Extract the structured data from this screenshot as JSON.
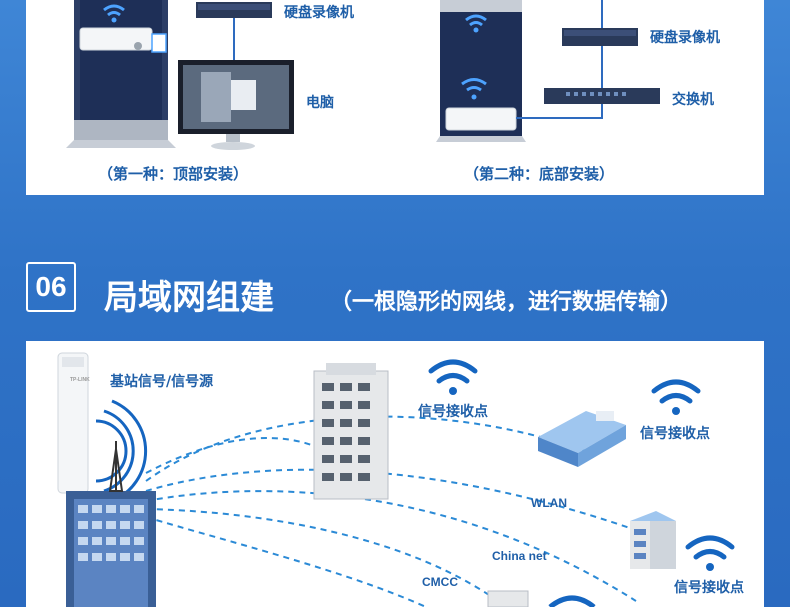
{
  "top": {
    "method1": {
      "nvr_label": "硬盘录像机",
      "pc_label": "电脑",
      "caption": "（第一种：顶部安装）"
    },
    "method2": {
      "nvr_label": "硬盘录像机",
      "switch_label": "交换机",
      "caption": "（第二种：底部安装）"
    }
  },
  "section": {
    "number": "06",
    "title": "局域网组建",
    "subtitle": "（一根隐形的网线，进行数据传输）"
  },
  "network": {
    "base_station_label": "基站信号/信号源",
    "receiver_labels": [
      "信号接收点",
      "信号接收点",
      "信号接收点"
    ],
    "networks": [
      "WLAN",
      "China net",
      "CMCC"
    ],
    "device_brand": "TP-LINK"
  },
  "colors": {
    "bg": "#3a7fd2",
    "accent": "#1f5fa8",
    "wifi": "#1565c0",
    "dash": "#2b8ad6"
  }
}
